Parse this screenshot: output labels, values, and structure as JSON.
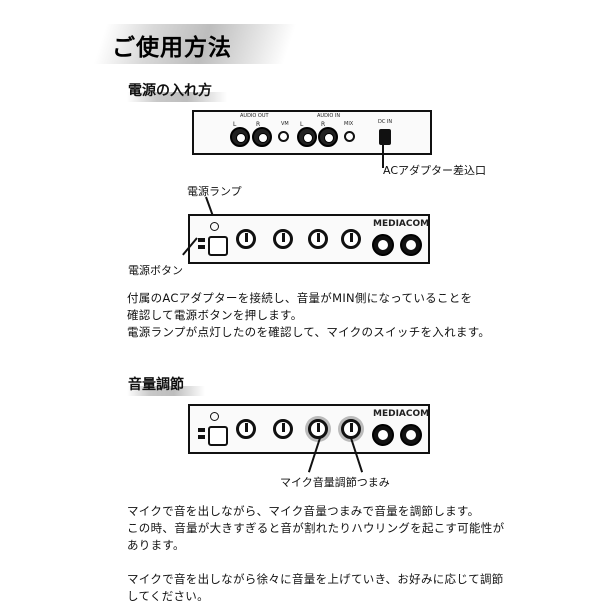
{
  "title": "ご使用方法",
  "section1": {
    "heading": "電源の入れ方",
    "rear_panel": {
      "audio_out": "AUDIO OUT",
      "audio_in": "AUDIO IN",
      "vm": "VM",
      "mix": "MIX",
      "l": "L",
      "r": "R",
      "dc_in": "DC IN"
    },
    "ac_label": "ACアダプター差込口",
    "lamp_label": "電源ランプ",
    "button_label": "電源ボタン",
    "brand": "MEDIACOM",
    "text": [
      "付属のACアダプターを接続し、音量がMIN側になっていることを",
      "確認して電源ボタンを押します。",
      "電源ランプが点灯したのを確認して、マイクのスイッチを入れます。"
    ]
  },
  "section2": {
    "heading": "音量調節",
    "brand": "MEDIACOM",
    "knob_label": "マイク音量調節つまみ",
    "text": [
      "マイクで音を出しながら、マイク音量つまみで音量を調節します。",
      "この時、音量が大きすぎると音が割れたりハウリングを起こす可能性が",
      "あります。",
      "",
      "マイクで音を出しながら徐々に音量を上げていき、お好みに応じて調節",
      "してください。"
    ]
  }
}
